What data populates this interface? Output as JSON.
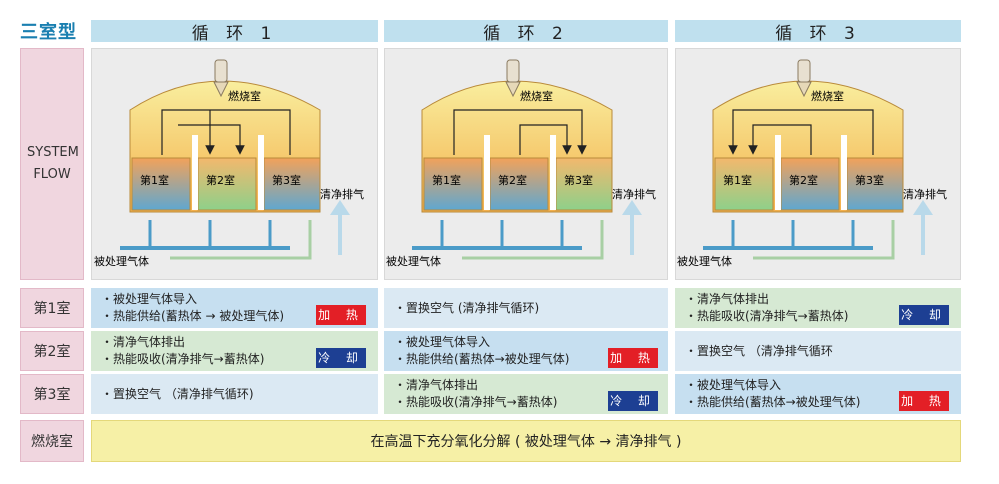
{
  "header": {
    "type_label": "三室型"
  },
  "cycles": [
    {
      "label": "循 环 1"
    },
    {
      "label": "循 环 2"
    },
    {
      "label": "循 环 3"
    }
  ],
  "rows": {
    "flow": "SYSTEM FLOW",
    "ch1": "第1室",
    "ch2": "第2室",
    "ch3": "第3室",
    "comb": "燃烧室"
  },
  "diagram": {
    "furnace": "燃烧室",
    "chamber1": "第1室",
    "chamber2": "第2室",
    "chamber3": "第3室",
    "exhaust": "清净排气",
    "inlet": "被处理气体"
  },
  "cells": {
    "c1_ch1": [
      "・被处理气体导入",
      "・热能供给(蓄热体 → 被处理气体)"
    ],
    "c1_ch2": [
      "・清净气体排出",
      "・热能吸收(清净排气→蓄热体)"
    ],
    "c1_ch3": [
      "・置换空气 （清净排气循环)"
    ],
    "c2_ch1": [
      "・置换空气 (清净排气循环)"
    ],
    "c2_ch2": [
      "・被处理气体导入",
      "・热能供给(蓄热体→被处理气体)"
    ],
    "c2_ch3": [
      "・清净气体排出",
      "・热能吸收(清净排气→蓄热体)"
    ],
    "c3_ch1": [
      "・清净气体排出",
      "・热能吸收(清净排气→蓄热体)"
    ],
    "c3_ch2": [
      "・置换空气 （清净排气循环"
    ],
    "c3_ch3": [
      "・被处理气体导入",
      "・热能供给(蓄热体→被处理气体)"
    ]
  },
  "badges": {
    "heat": "加 热",
    "cool": "冷 却"
  },
  "combustion_text": "在高温下充分氧化分解 ( 被处理气体 → 清净排气 )",
  "colors": {
    "heat": "#e31f26",
    "cool": "#1d3f93",
    "title": "#1a7fb0",
    "row_label": "#f0d6df",
    "combustion": "#f6f0a6"
  }
}
